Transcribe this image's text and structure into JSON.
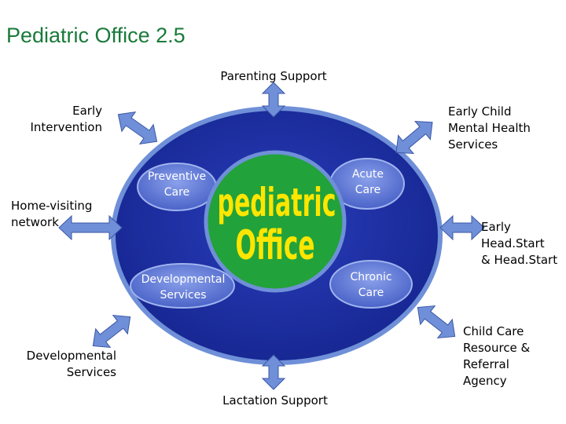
{
  "title": "Pediatric Office 2.5",
  "center": {
    "line1": "pediatric",
    "line2": "Office"
  },
  "inner_services": {
    "preventive": "Preventive\nCare",
    "acute": "Acute\nCare",
    "developmental": "Developmental\nServices",
    "chronic": "Chronic\nCare"
  },
  "outer_links": {
    "parenting_support": "Parenting Support",
    "early_intervention": "Early\nIntervention",
    "early_child_mental_health": "Early Child\nMental Health\nServices",
    "home_visiting": "Home-visiting\nnetwork",
    "early_headstart": "Early\nHead.Start\n& Head.Start",
    "developmental_services": "Developmental\nServices",
    "child_care_resource": "Child Care\nResource &\nReferral\nAgency",
    "lactation_support": "Lactation Support"
  },
  "colors": {
    "title": "#1a7a3a",
    "big_oval": "#1d2fa6",
    "bubble": "#5b74d6",
    "center_fill": "#22a23a",
    "center_text": "#ffe600",
    "arrow": "#6f90d8"
  }
}
